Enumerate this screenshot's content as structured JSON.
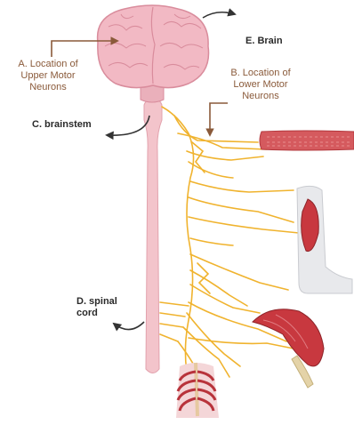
{
  "labels": {
    "upper_motor": [
      "A. Location of",
      "Upper Motor",
      "Neurons"
    ],
    "lower_motor": [
      "B. Location of",
      "Lower Motor",
      "Neurons"
    ],
    "brainstem": "C. brainstem",
    "spinal_cord": [
      "D. spinal",
      "cord"
    ],
    "brain": "E. Brain"
  },
  "colors": {
    "brain": "#f2b9c4",
    "brain_fold": "#d98c9c",
    "spinal_cord": "#f3c4cb",
    "nerves": "#f0b32e",
    "label_text": "#8a5a3a",
    "label_dark": "#2a2a2a",
    "muscle": "#c8383f"
  }
}
